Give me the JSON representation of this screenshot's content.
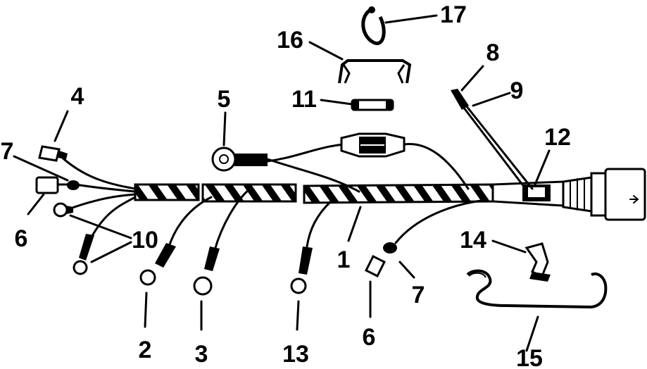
{
  "callouts": [
    {
      "id": "c1",
      "text": "1"
    },
    {
      "id": "c2",
      "text": "2"
    },
    {
      "id": "c3",
      "text": "3"
    },
    {
      "id": "c4",
      "text": "4"
    },
    {
      "id": "c5",
      "text": "5"
    },
    {
      "id": "c6a",
      "text": "6"
    },
    {
      "id": "c6b",
      "text": "6"
    },
    {
      "id": "c7a",
      "text": "7"
    },
    {
      "id": "c7b",
      "text": "7"
    },
    {
      "id": "c8",
      "text": "8"
    },
    {
      "id": "c9",
      "text": "9"
    },
    {
      "id": "c10",
      "text": "10"
    },
    {
      "id": "c11",
      "text": "11"
    },
    {
      "id": "c12",
      "text": "12"
    },
    {
      "id": "c13",
      "text": "13"
    },
    {
      "id": "c14",
      "text": "14"
    },
    {
      "id": "c15",
      "text": "15"
    },
    {
      "id": "c16",
      "text": "16"
    },
    {
      "id": "c17",
      "text": "17"
    }
  ],
  "colors": {
    "ink": "#000000",
    "paper": "#ffffff"
  }
}
